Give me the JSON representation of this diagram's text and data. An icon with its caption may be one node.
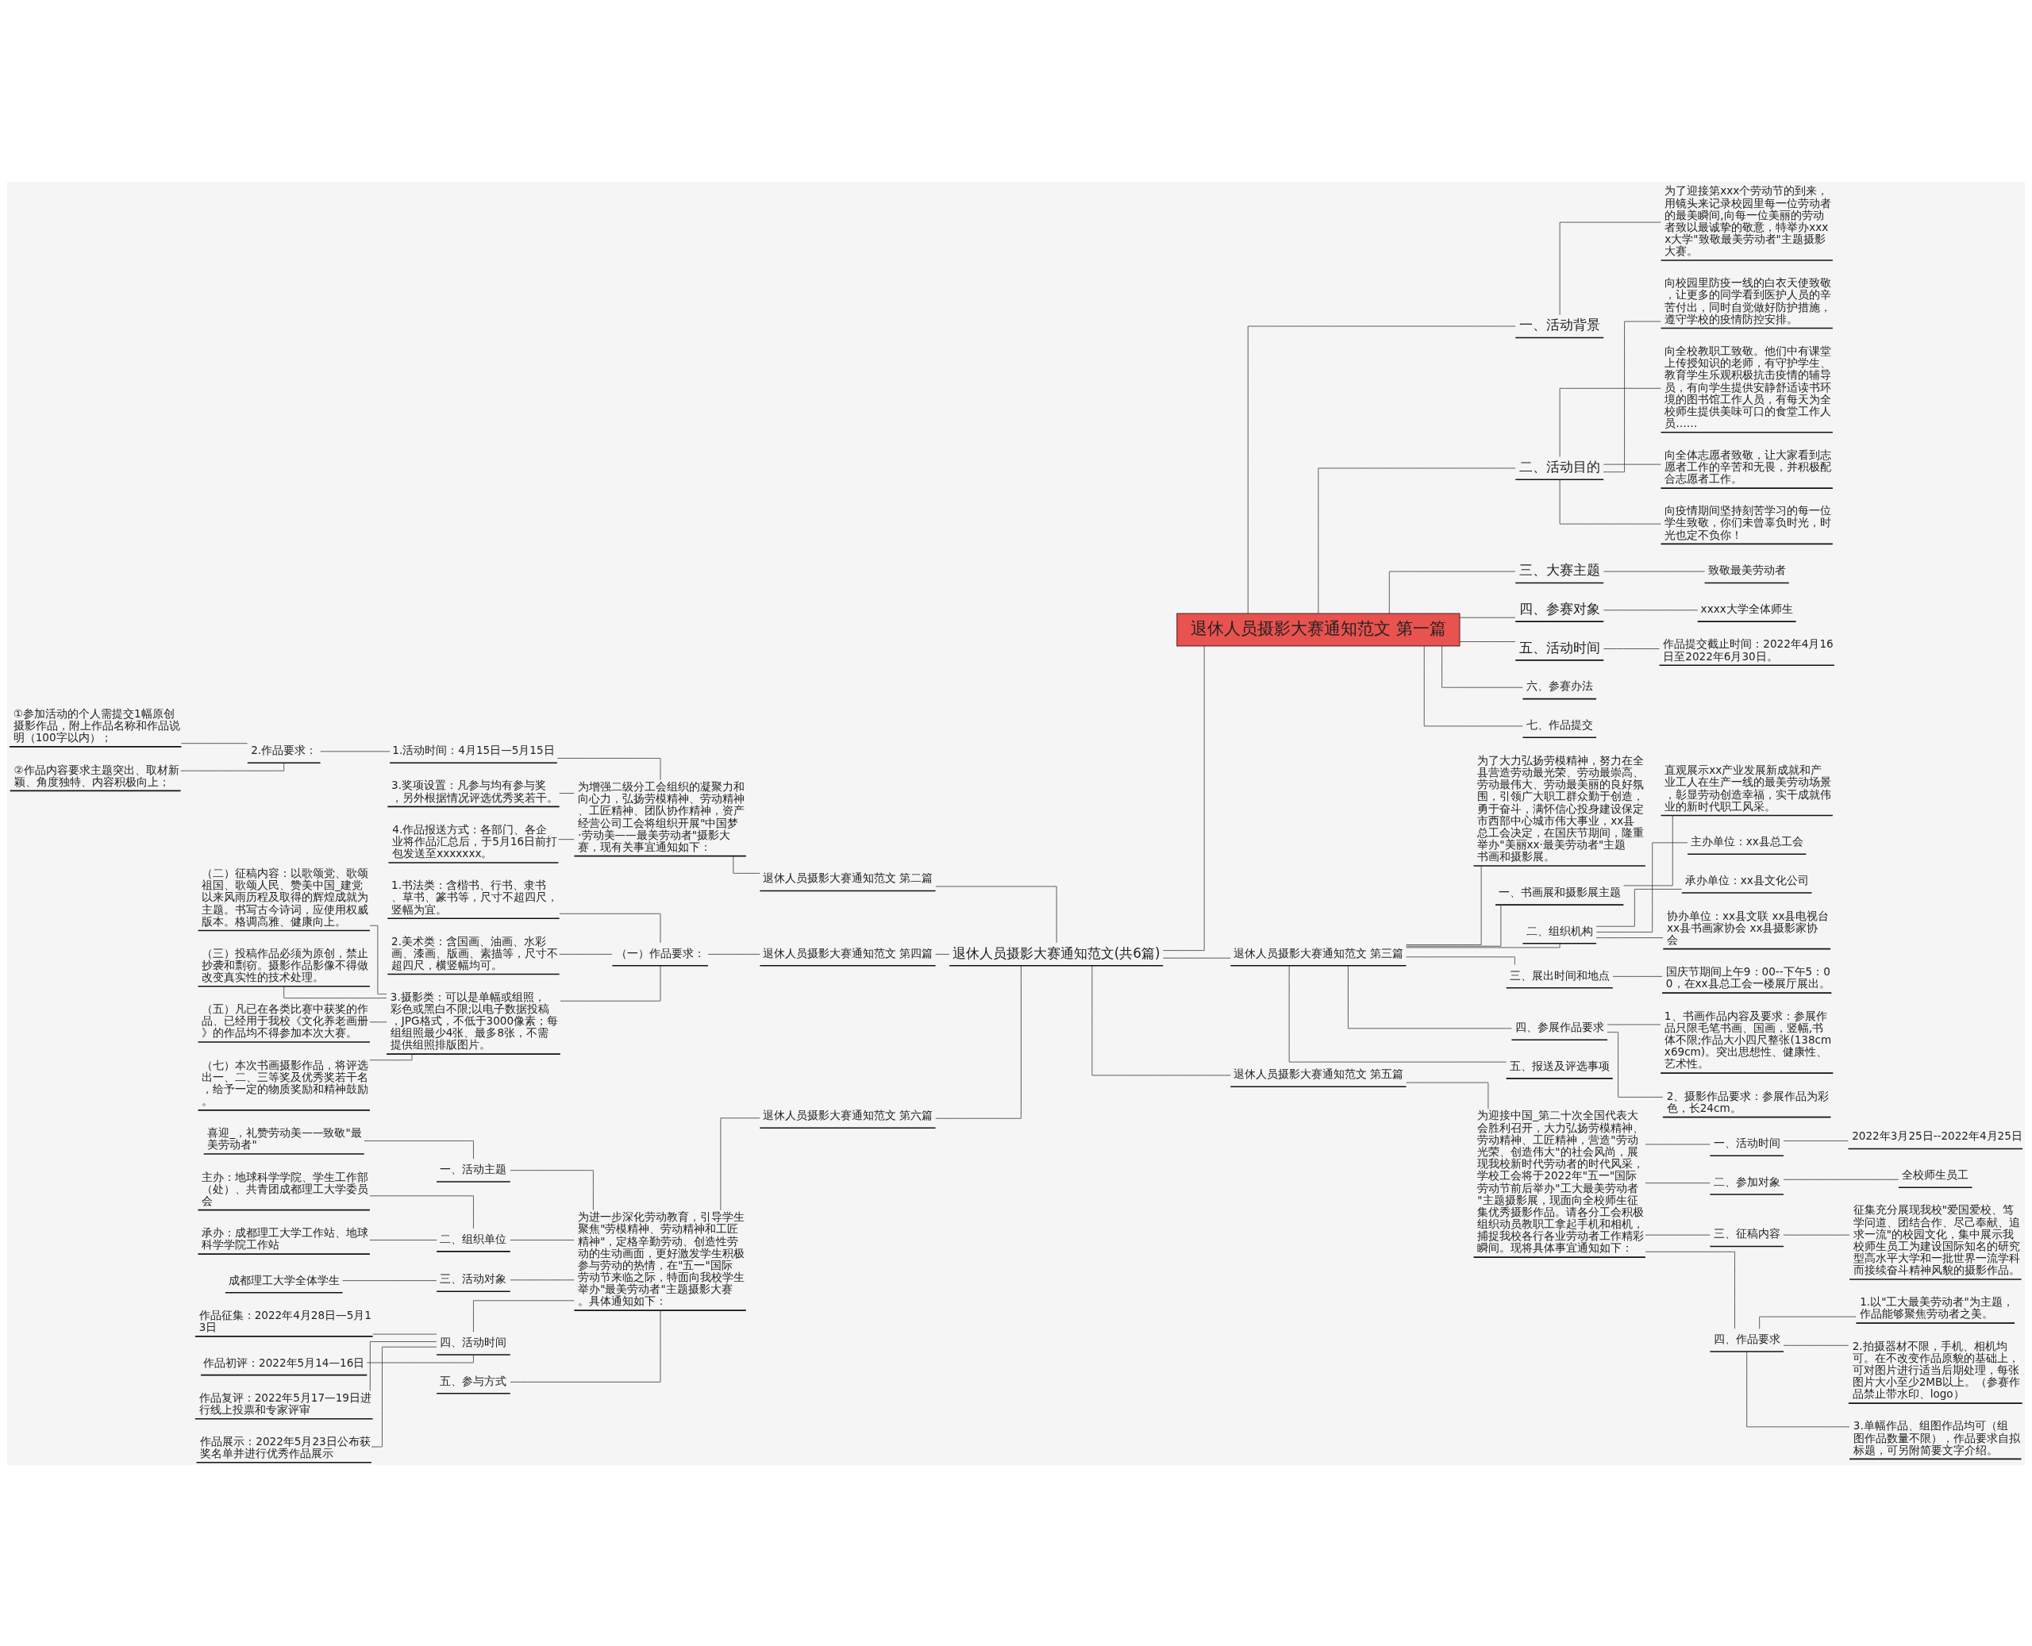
{
  "diagram": {
    "nodes": [
      {
        "text": [
          "退休人员摄影大赛通知范文(共6篇)"
        ]
      },
      {
        "text": [
          "退休人员摄影大赛通知范文 第一篇"
        ]
      },
      {
        "text": [
          "一、活动背景"
        ]
      },
      {
        "text": [
          "为了迎接第xxx个劳动节的到来，用镜头来记录校园里每一位劳动者的最美瞬间,向每一位美丽的劳动者致以最诚挚的敬意，特举办xxxx大学\"致敬最美劳动者\"主题摄影大赛。"
        ]
      },
      {
        "text": [
          "二、活动目的"
        ]
      },
      {
        "text": [
          "向校园里防疫一线的白衣天使致敬，让更多的同学看到医护人员的辛苦付出，同时自觉做好防护措施，遵守学校的疫情防控安排。"
        ]
      },
      {
        "text": [
          "向全校教职工致敬。他们中有课堂上传授知识的老师，有守护学生、教育学生乐观积极抗击疫情的辅导员，有向学生提供安静舒适读书环境的图书馆工作人员，有每天为全校师生提供美味可口的食堂工作人员……"
        ]
      },
      {
        "text": [
          "向全体志愿者致敬，让大家看到志愿者工作的辛苦和无畏，并积极配合志愿者工作。"
        ]
      },
      {
        "text": [
          "向疫情期间坚持刻苦学习的每一位学生致敬，你们未曾辜负时光，时光也定不负你！"
        ]
      },
      {
        "text": [
          "三、大赛主题"
        ]
      },
      {
        "text": [
          "致敬最美劳动者"
        ]
      },
      {
        "text": [
          "四、参赛对象"
        ]
      },
      {
        "text": [
          "xxxx大学全体师生"
        ]
      },
      {
        "text": [
          "五、活动时间"
        ]
      },
      {
        "text": [
          "作品提交截止时间：2022年4月16日至2022年6月30日。"
        ]
      },
      {
        "text": [
          "六、参赛办法"
        ]
      },
      {
        "text": [
          "七、作品提交"
        ]
      },
      {
        "text": [
          "退休人员摄影大赛通知范文 第三篇"
        ]
      },
      {
        "text": [
          "为了大力弘扬劳模精神，努力在全县营造劳动最光荣、劳动最崇高、劳动最伟大、劳动最美丽的良好氛围，引领广大职工群众勤于创造，勇于奋斗，满怀信心投身建设保定市西部中心城市伟大事业，xx县总工会决定，在国庆节期间，隆重举办\"美丽xx·最美劳动者\"主题书画和摄影展。"
        ]
      },
      {
        "text": [
          "一、书画展和摄影展主题"
        ]
      },
      {
        "text": [
          "直观展示xx产业发展新成就和产业工人在生产一线的最美劳动场景，彰显劳动创造幸福，实干成就伟业的新时代职工风采。"
        ]
      },
      {
        "text": [
          "二、组织机构"
        ]
      },
      {
        "text": [
          "主办单位：xx县总工会"
        ]
      },
      {
        "text": [
          "承办单位：xx县文化公司"
        ]
      },
      {
        "text": [
          "协办单位：xx县文联 xx县电视台 xx县书画家协会 xx县摄影家协会"
        ]
      },
      {
        "text": [
          "三、展出时间和地点"
        ]
      },
      {
        "text": [
          "国庆节期间上午9：00--下午5：00，在xx县总工会一楼展厅展出。"
        ]
      },
      {
        "text": [
          "四、参展作品要求"
        ]
      },
      {
        "text": [
          "1、书画作品内容及要求：参展作品只限毛笔书画、国画，竖幅,书体不限;作品大小四尺整张(138cmx69cm)。突出思想性、健康性、艺术性。"
        ]
      },
      {
        "text": [
          "2、摄影作品要求：参展作品为彩色，长24cm。"
        ]
      },
      {
        "text": [
          "五、报送及评选事项"
        ]
      },
      {
        "text": [
          "退休人员摄影大赛通知范文 第五篇"
        ]
      },
      {
        "text": [
          "为迎接中国_第二十次全国代表大会胜利召开，大力弘扬劳模精神、劳动精神、工匠精神，营造\"劳动光荣、创造伟大\"的社会风尚，展现我校新时代劳动者的时代风采，学校工会将于2022年\"五一\"国际劳动节前后举办\"工大最美劳动者\"主题摄影展，现面向全校师生征集优秀摄影作品。请各分工会积极组织动员教职工拿起手机和相机，捕捉我校各行各业劳动者工作精彩瞬间。现将具体事宜通知如下："
        ]
      },
      {
        "text": [
          "一、活动时间"
        ]
      },
      {
        "text": [
          "2022年3月25日--2022年4月25日"
        ]
      },
      {
        "text": [
          "二、参加对象"
        ]
      },
      {
        "text": [
          "全校师生员工"
        ]
      },
      {
        "text": [
          "三、征稿内容"
        ]
      },
      {
        "text": [
          "征集充分展现我校\"爱国爱校、笃学问道、团结合作、尽己奉献、追求一流\"的校园文化，集中展示我校师生员工为建设国际知名的研究型高水平大学和一批世界一流学科而接续奋斗精神风貌的摄影作品。"
        ]
      },
      {
        "text": [
          "四、作品要求"
        ]
      },
      {
        "text": [
          "1.以\"工大最美劳动者\"为主题，作品能够聚焦劳动者之美。"
        ]
      },
      {
        "text": [
          "2.拍摄器材不限，手机、相机均可。在不改变作品原貌的基础上，可对图片进行适当后期处理，每张图片大小至少2MB以上。（参赛作品禁止带水印、logo）"
        ]
      },
      {
        "text": [
          "3.单幅作品、组图作品均可（组图作品数量不限），作品要求自拟标题，可另附简要文字介绍。"
        ]
      },
      {
        "text": [
          "退休人员摄影大赛通知范文 第二篇"
        ]
      },
      {
        "text": [
          "为增强二级分工会组织的凝聚力和向心力，弘扬劳模精神、劳动精神、工匠精神、团队协作精神，资产经营公司工会将组织开展\"中国梦·劳动美——最美劳动者\"摄影大赛，现有关事宜通知如下："
        ]
      },
      {
        "text": [
          "1.活动时间：4月15日—5月15日"
        ]
      },
      {
        "text": [
          "2.作品要求："
        ]
      },
      {
        "text": [
          "①参加活动的个人需提交1幅原创摄影作品，附上作品名称和作品说明（100字以内）；"
        ]
      },
      {
        "text": [
          "②作品内容要求主题突出、取材新颖、角度独特、内容积极向上；"
        ]
      },
      {
        "text": [
          "3.奖项设置：凡参与均有参与奖，另外根据情况评选优秀奖若干。"
        ]
      },
      {
        "text": [
          "4.作品报送方式：各部门、各企业将作品汇总后，于5月16日前打包发送至xxxxxxx。"
        ]
      },
      {
        "text": [
          "退休人员摄影大赛通知范文 第四篇"
        ]
      },
      {
        "text": [
          "（一）作品要求："
        ]
      },
      {
        "text": [
          "1.书法类：含楷书、行书、隶书、草书、篆书等，尺寸不超四尺，竖幅为宜。"
        ]
      },
      {
        "text": [
          "2.美术类：含国画、油画、水彩画、漆画、版画、素描等，尺寸不超四尺，横竖幅均可。"
        ]
      },
      {
        "text": [
          "3.摄影类：可以是单幅或组照，彩色或黑白不限;以电子数据投稿，JPG格式，不低于3000像素；每组组照最少4张、最多8张，不需提供组照排版图片。"
        ]
      },
      {
        "text": [
          "（二）征稿内容：以歌颂党、歌颂祖国、歌颂人民、赞美中国_建党以来风雨历程及取得的辉煌成就为主题。书写古今诗词，应使用权威版本。格调高雅、健康向上。"
        ]
      },
      {
        "text": [
          "（三）投稿作品必须为原创，禁止抄袭和剽窃。摄影作品影像不得做改变真实性的技术处理。"
        ]
      },
      {
        "text": [
          "（五）凡已在各类比赛中获奖的作品、已经用于我校《文化养老画册》的作品均不得参加本次大赛。"
        ]
      },
      {
        "text": [
          "（七）本次书画摄影作品，将评选出一、二、三等奖及优秀奖若干名，给予一定的物质奖励和精神鼓励。"
        ]
      },
      {
        "text": [
          "退休人员摄影大赛通知范文 第六篇"
        ]
      },
      {
        "text": [
          "为进一步深化劳动教育，引导学生聚焦\"劳模精神、劳动精神和工匠精神\"，定格辛勤劳动、创造性劳动的生动画面，更好激发学生积极参与劳动的热情，在\"五一\"国际劳动节来临之际，特面向我校学生举办\"最美劳动者\"主题摄影大赛。具体通知如下："
        ]
      },
      {
        "text": [
          "一、活动主题"
        ]
      },
      {
        "text": [
          "喜迎_，礼赞劳动美——致敬\"最美劳动者\""
        ]
      },
      {
        "text": [
          "二、组织单位"
        ]
      },
      {
        "text": [
          "主办：地球科学学院、学生工作部（处）、共青团成都理工大学委员会"
        ]
      },
      {
        "text": [
          "承办：成都理工大学工作站、地球科学学院工作站"
        ]
      },
      {
        "text": [
          "三、活动对象"
        ]
      },
      {
        "text": [
          "成都理工大学全体学生"
        ]
      },
      {
        "text": [
          "四、活动时间"
        ]
      },
      {
        "text": [
          "作品征集：2022年4月28日—5月13日"
        ]
      },
      {
        "text": [
          "作品初评：2022年5月14—16日"
        ]
      },
      {
        "text": [
          "作品复评：2022年5月17—19日进行线上投票和专家评审"
        ]
      },
      {
        "text": [
          "作品展示：2022年5月23日公布获奖名单并进行优秀作品展示"
        ]
      },
      {
        "text": [
          "五、参与方式"
        ]
      }
    ],
    "edges": [
      {
        "from": 0,
        "to": 1,
        "arrow": "none"
      },
      {
        "from": 1,
        "to": 2,
        "arrow": "none"
      },
      {
        "from": 2,
        "to": 3,
        "arrow": "none"
      },
      {
        "from": 1,
        "to": 4,
        "arrow": "none"
      },
      {
        "from": 4,
        "to": 5,
        "arrow": "none"
      },
      {
        "from": 4,
        "to": 6,
        "arrow": "none"
      },
      {
        "from": 4,
        "to": 7,
        "arrow": "none"
      },
      {
        "from": 4,
        "to": 8,
        "arrow": "none"
      },
      {
        "from": 1,
        "to": 9,
        "arrow": "none"
      },
      {
        "from": 9,
        "to": 10,
        "arrow": "none"
      },
      {
        "from": 1,
        "to": 11,
        "arrow": "none"
      },
      {
        "from": 11,
        "to": 12,
        "arrow": "none"
      },
      {
        "from": 1,
        "to": 13,
        "arrow": "none"
      },
      {
        "from": 13,
        "to": 14,
        "arrow": "none"
      },
      {
        "from": 1,
        "to": 15,
        "arrow": "none"
      },
      {
        "from": 1,
        "to": 16,
        "arrow": "none"
      },
      {
        "from": 0,
        "to": 17,
        "arrow": "none"
      },
      {
        "from": 17,
        "to": 18,
        "arrow": "none"
      },
      {
        "from": 17,
        "to": 19,
        "arrow": "none"
      },
      {
        "from": 19,
        "to": 20,
        "arrow": "none"
      },
      {
        "from": 17,
        "to": 21,
        "arrow": "none"
      },
      {
        "from": 21,
        "to": 22,
        "arrow": "none"
      },
      {
        "from": 21,
        "to": 23,
        "arrow": "none"
      },
      {
        "from": 21,
        "to": 24,
        "arrow": "none"
      },
      {
        "from": 17,
        "to": 25,
        "arrow": "none"
      },
      {
        "from": 25,
        "to": 26,
        "arrow": "none"
      },
      {
        "from": 17,
        "to": 27,
        "arrow": "none"
      },
      {
        "from": 27,
        "to": 28,
        "arrow": "none"
      },
      {
        "from": 27,
        "to": 29,
        "arrow": "none"
      },
      {
        "from": 17,
        "to": 30,
        "arrow": "none"
      },
      {
        "from": 0,
        "to": 31,
        "arrow": "none"
      },
      {
        "from": 31,
        "to": 32,
        "arrow": "none"
      },
      {
        "from": 32,
        "to": 33,
        "arrow": "none"
      },
      {
        "from": 33,
        "to": 34,
        "arrow": "none"
      },
      {
        "from": 32,
        "to": 35,
        "arrow": "none"
      },
      {
        "from": 35,
        "to": 36,
        "arrow": "none"
      },
      {
        "from": 32,
        "to": 37,
        "arrow": "none"
      },
      {
        "from": 37,
        "to": 38,
        "arrow": "none"
      },
      {
        "from": 32,
        "to": 39,
        "arrow": "none"
      },
      {
        "from": 39,
        "to": 40,
        "arrow": "none"
      },
      {
        "from": 39,
        "to": 41,
        "arrow": "none"
      },
      {
        "from": 39,
        "to": 42,
        "arrow": "none"
      },
      {
        "from": 43,
        "to": 0,
        "arrow": "none"
      },
      {
        "from": 44,
        "to": 43,
        "arrow": "none"
      },
      {
        "from": 45,
        "to": 44,
        "arrow": "none"
      },
      {
        "from": 46,
        "to": 45,
        "arrow": "none"
      },
      {
        "from": 47,
        "to": 46,
        "arrow": "none"
      },
      {
        "from": 48,
        "to": 46,
        "arrow": "none"
      },
      {
        "from": 49,
        "to": 44,
        "arrow": "none"
      },
      {
        "from": 50,
        "to": 44,
        "arrow": "none"
      },
      {
        "from": 51,
        "to": 0,
        "arrow": "none"
      },
      {
        "from": 52,
        "to": 51,
        "arrow": "none"
      },
      {
        "from": 53,
        "to": 52,
        "arrow": "none"
      },
      {
        "from": 54,
        "to": 52,
        "arrow": "none"
      },
      {
        "from": 55,
        "to": 52,
        "arrow": "none"
      },
      {
        "from": 56,
        "to": 55,
        "arrow": "none"
      },
      {
        "from": 57,
        "to": 55,
        "arrow": "none"
      },
      {
        "from": 58,
        "to": 55,
        "arrow": "none"
      },
      {
        "from": 59,
        "to": 55,
        "arrow": "none"
      },
      {
        "from": 60,
        "to": 0,
        "arrow": "none"
      },
      {
        "from": 61,
        "to": 60,
        "arrow": "none"
      },
      {
        "from": 62,
        "to": 61,
        "arrow": "none"
      },
      {
        "from": 63,
        "to": 62,
        "arrow": "none"
      },
      {
        "from": 64,
        "to": 61,
        "arrow": "none"
      },
      {
        "from": 65,
        "to": 64,
        "arrow": "none"
      },
      {
        "from": 66,
        "to": 64,
        "arrow": "none"
      },
      {
        "from": 67,
        "to": 61,
        "arrow": "none"
      },
      {
        "from": 68,
        "to": 67,
        "arrow": "none"
      },
      {
        "from": 69,
        "to": 61,
        "arrow": "none"
      },
      {
        "from": 70,
        "to": 69,
        "arrow": "none"
      },
      {
        "from": 71,
        "to": 69,
        "arrow": "none"
      },
      {
        "from": 72,
        "to": 69,
        "arrow": "none"
      },
      {
        "from": 73,
        "to": 69,
        "arrow": "none"
      },
      {
        "from": 74,
        "to": 61,
        "arrow": "none"
      }
    ]
  }
}
